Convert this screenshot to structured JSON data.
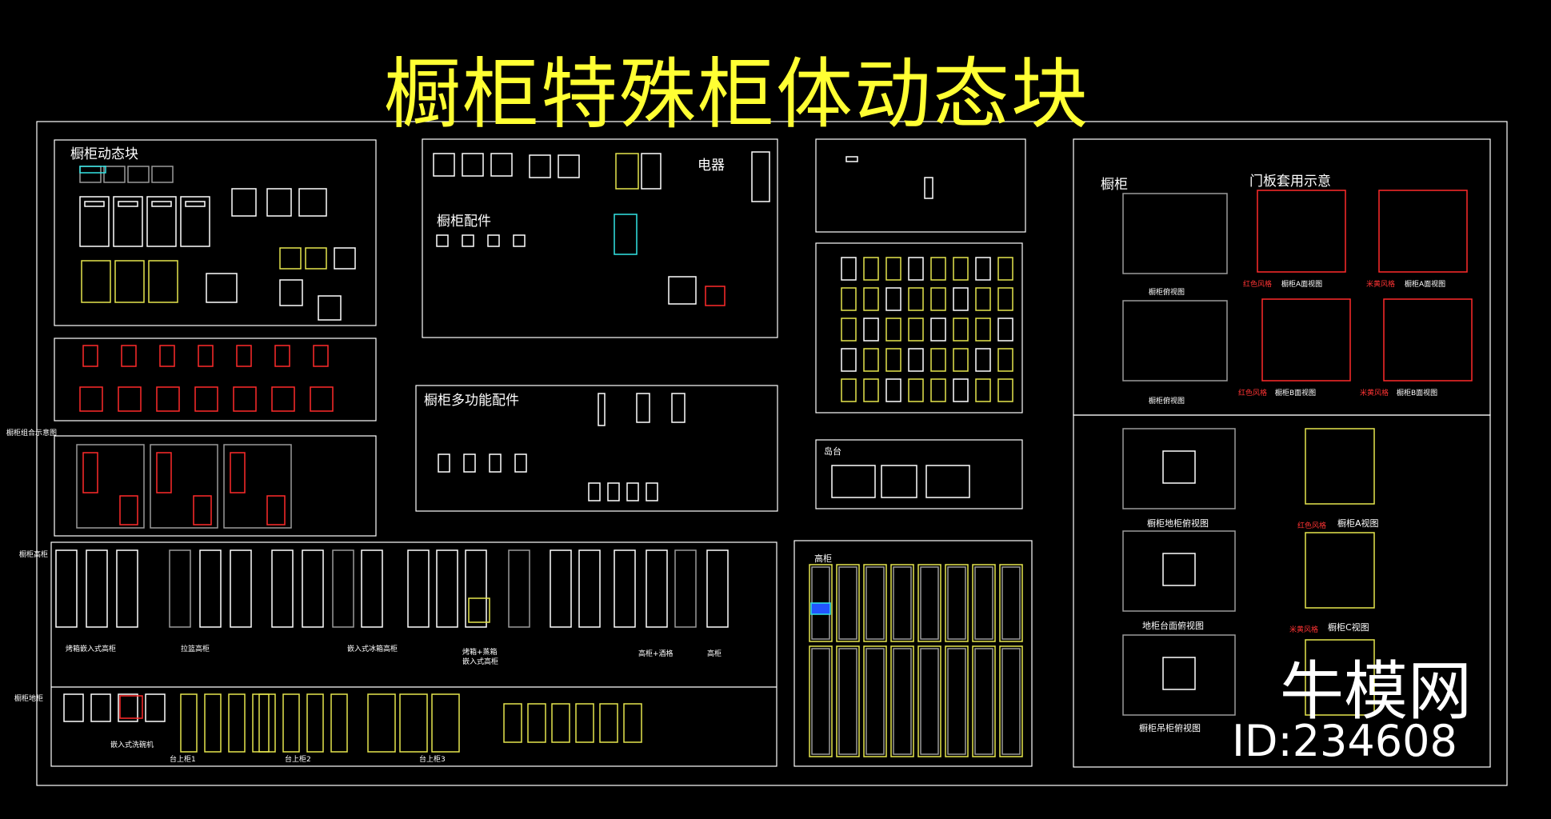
{
  "title": "橱柜特殊柜体动态块",
  "labels": {
    "cabinet_dynamic_block": "橱柜动态块",
    "appliances": "电器",
    "cabinet_accessories": "橱柜配件",
    "multi_accessories": "橱柜多功能配件",
    "cabinet": "橱柜",
    "door_demo": "门板套用示意",
    "island": "岛台",
    "tall_cabinet": "高柜",
    "combo_cabinet": "橱柜组合示意图",
    "special_tall": "橱柜高柜",
    "special_base": "橱柜地柜",
    "oven_embed": "烤箱嵌入式高柜",
    "pullout_tall": "拉篮高柜",
    "fridge_embed": "嵌入式冰箱高柜",
    "oven_steam": "烤箱+蒸箱",
    "oven_steam_2": "嵌入式高柜",
    "tall_wine": "高柜+酒格",
    "tall": "高柜",
    "dishwasher": "嵌入式洗碗机",
    "counter1": "台上柜1",
    "counter2": "台上柜2",
    "counter3": "台上柜3",
    "cab_plan": "橱柜俯视图",
    "cab_a": "橱柜A面视图",
    "cab_b": "橱柜B面视图",
    "red_style": "红色风格",
    "yellow_style": "米黄风格",
    "base_plan": "橱柜地柜俯视图",
    "cabinet_a_view": "橱柜A视图",
    "counter_plan": "地柜台面俯视图",
    "cabinet_c_view": "橱柜C视图",
    "base_wall_plan": "橱柜吊柜俯视图"
  },
  "brand": "牛模网",
  "id": "ID:234608",
  "colors": {
    "title": "#ffff33",
    "frame": "#ffffff",
    "red": "#ff2a2a",
    "yellow": "#e6e64d",
    "cyan": "#33e6e6",
    "gray": "#9a9a9a"
  }
}
